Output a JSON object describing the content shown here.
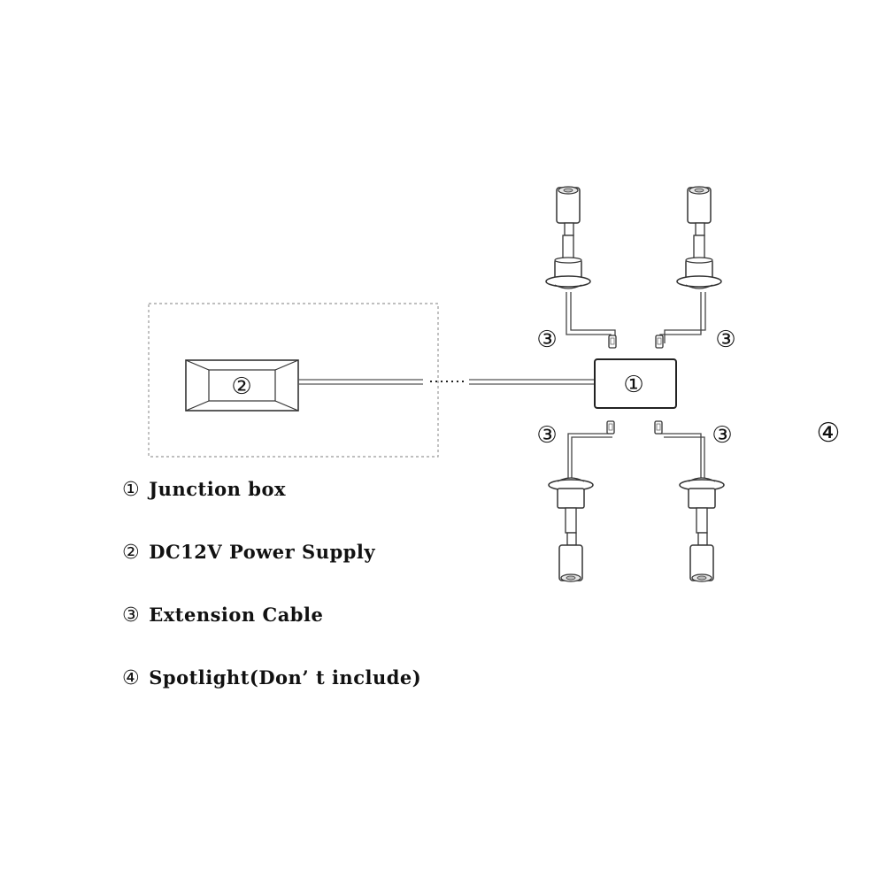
{
  "components": {
    "junction_box": {
      "marker": "①"
    },
    "power_supply": {
      "marker": "②"
    },
    "extension_cable": {
      "marker": "③"
    },
    "spotlight": {
      "marker": "④"
    }
  },
  "legend": [
    {
      "marker": "①",
      "text": "Junction box"
    },
    {
      "marker": "②",
      "text": "DC12V Power Supply"
    },
    {
      "marker": "③",
      "text": "Extension Cable"
    },
    {
      "marker": "④",
      "text": "Spotlight(Don’ t include)"
    }
  ]
}
